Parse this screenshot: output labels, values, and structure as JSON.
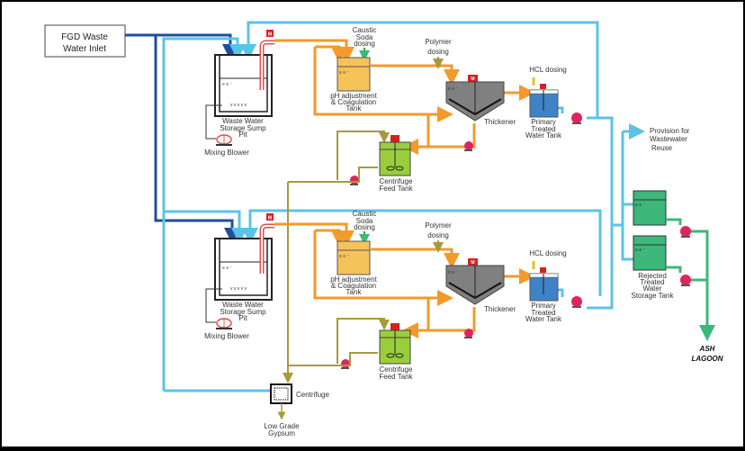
{
  "title": "FGD Waste Water Treatment Process Flow",
  "inlet": {
    "line1": "FGD Waste",
    "line2": "Water Inlet"
  },
  "trains": [
    {
      "sump": {
        "line1": "Waste Water",
        "line2": "Storage Sump",
        "line3": "Pit"
      },
      "blower": "Mixing Blower",
      "caustic": {
        "line1": "Caustic",
        "line2": "Soda",
        "line3": "dosing"
      },
      "ph_tank": {
        "line1": "pH adjustment",
        "line2": "& Coagulation",
        "line3": "Tank"
      },
      "polymer": {
        "line1": "Polymer",
        "line2": "dosing"
      },
      "thickener": "Thickener",
      "hcl": "HCL dosing",
      "primary": {
        "line1": "Primary",
        "line2": "Treated",
        "line3": "Water Tank"
      },
      "cft": {
        "line1": "Centrifuge",
        "line2": "Feed Tank"
      }
    },
    {
      "sump": {
        "line1": "Waste Water",
        "line2": "Storage Sump",
        "line3": "Pit"
      },
      "blower": "Mixing Blower",
      "caustic": {
        "line1": "Caustic",
        "line2": "Soda",
        "line3": "dosing"
      },
      "ph_tank": {
        "line1": "pH adjustment",
        "line2": "& Coagulation",
        "line3": "Tank"
      },
      "polymer": {
        "line1": "Polymer",
        "line2": "dosing"
      },
      "thickener": "Thickener",
      "hcl": "HCL dosing",
      "primary": {
        "line1": "Primary",
        "line2": "Treated",
        "line3": "Water Tank"
      },
      "cft": {
        "line1": "Centrifuge",
        "line2": "Feed Tank"
      }
    }
  ],
  "reuse": {
    "line1": "Provision for",
    "line2": "Wastewater",
    "line3": "Reuse"
  },
  "rejected": {
    "line1": "Rejected",
    "line2": "Treated",
    "line3": "Water",
    "line4": "Storage Tank"
  },
  "centrifuge": "Centrifuge",
  "gypsum": {
    "line1": "Low Grade",
    "line2": "Gypsum"
  },
  "lagoon": {
    "line1": "ASH",
    "line2": "LAGOON"
  },
  "motor_label": "M",
  "colors": {
    "dark_blue": "#1f4e9c",
    "light_blue": "#5bc3e8",
    "orange": "#f39a2b",
    "olive": "#a89a3a",
    "green_line": "#3cb87a",
    "sump_red": "#e05050",
    "ph_tank": "#f6c25a",
    "cft_tank": "#9acd3c",
    "primary_tank": "#3f82c8",
    "reject_tank": "#3db77a",
    "thickener": "#808080",
    "pump": "#e0245e",
    "motor": "#d92020"
  }
}
